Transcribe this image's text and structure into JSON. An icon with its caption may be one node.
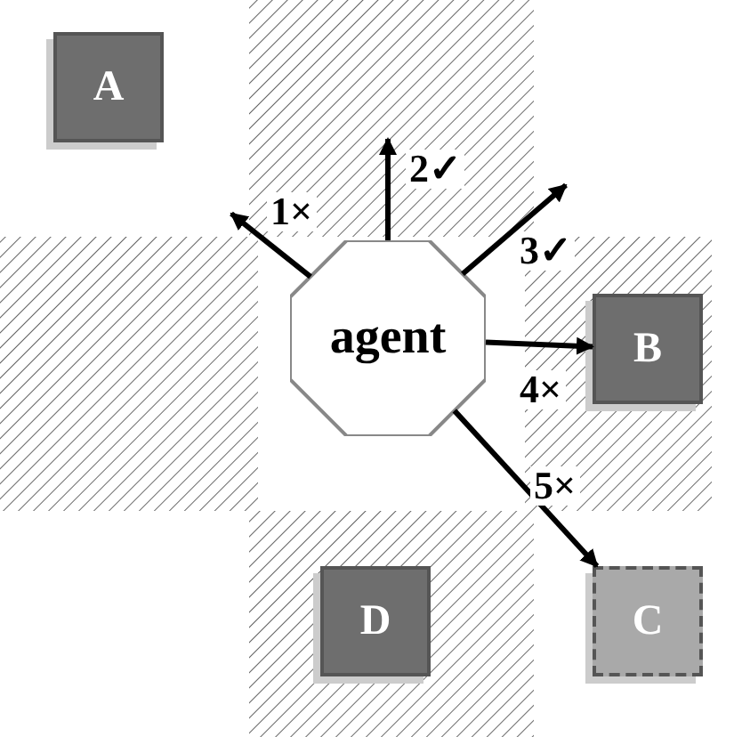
{
  "diagram": {
    "nodes": [
      {
        "text": [
          "A"
        ]
      },
      {
        "text": [
          "agent"
        ]
      },
      {
        "text": [
          "B"
        ]
      },
      {
        "text": [
          "D"
        ]
      },
      {
        "text": [
          "C"
        ]
      }
    ],
    "edges": [
      {
        "from": 1,
        "to": null,
        "arrow": "to",
        "label": "1×"
      },
      {
        "from": 1,
        "to": null,
        "arrow": "to",
        "label": "2✓"
      },
      {
        "from": 1,
        "to": null,
        "arrow": "to",
        "label": "3✓"
      },
      {
        "from": 1,
        "to": 2,
        "arrow": "to",
        "label": "4×"
      },
      {
        "from": 1,
        "to": 4,
        "arrow": "to",
        "label": "5×"
      }
    ]
  }
}
